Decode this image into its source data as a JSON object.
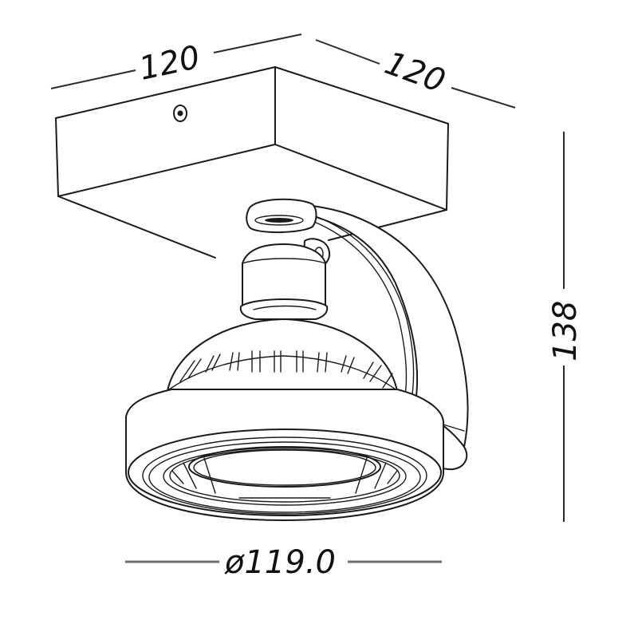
{
  "drawing": {
    "subject": "Surface-mounted adjustable spotlight with square base",
    "line_color": "#1a1a1a",
    "background": "#ffffff"
  },
  "dimensions": {
    "base_width": {
      "label": "120",
      "unit": "mm"
    },
    "base_depth": {
      "label": "120",
      "unit": "mm"
    },
    "total_height": {
      "label": "138",
      "unit": "mm"
    },
    "lamp_diameter": {
      "label": "ø119.0",
      "unit": "mm"
    }
  },
  "parts": [
    {
      "name": "square-base-box"
    },
    {
      "name": "mounting-screw"
    },
    {
      "name": "swivel-joint"
    },
    {
      "name": "curved-arm"
    },
    {
      "name": "lamp-housing"
    },
    {
      "name": "cooling-fins"
    },
    {
      "name": "lens-ring"
    }
  ]
}
